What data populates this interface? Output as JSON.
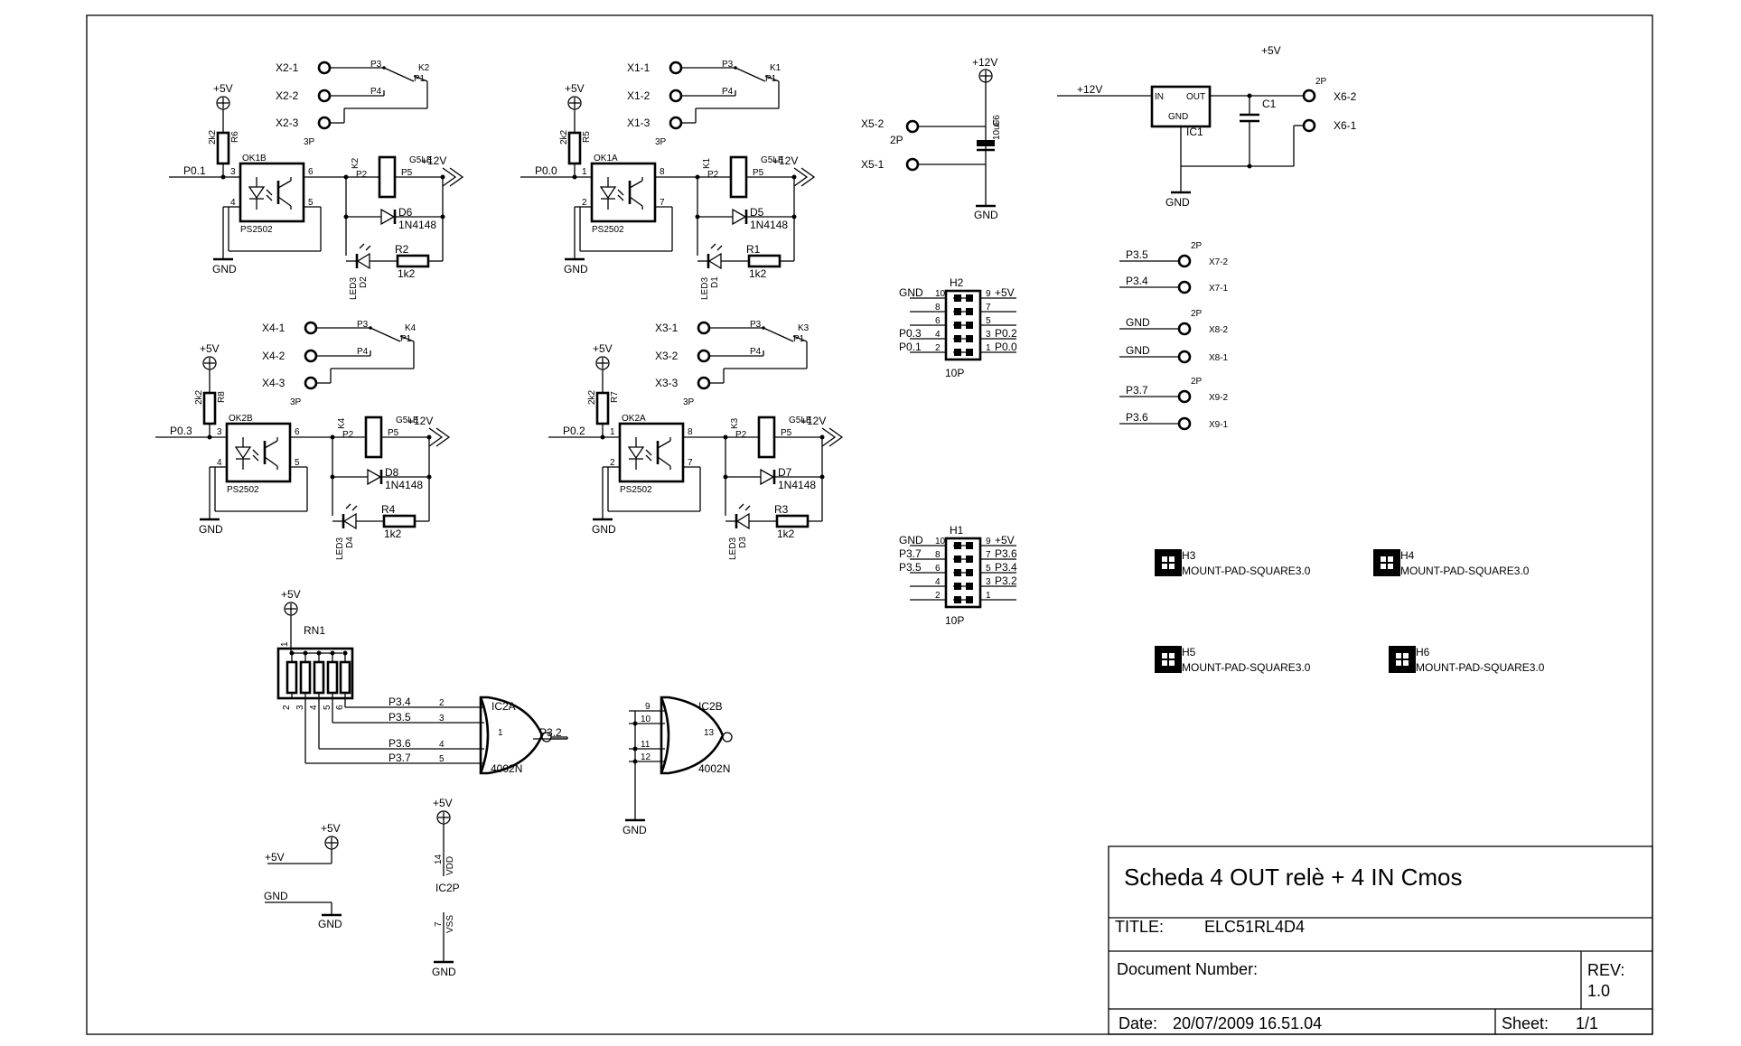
{
  "title_block": {
    "title": "Scheda 4 OUT relè + 4 IN Cmos",
    "title_label": "TITLE:",
    "title_value": "ELC51RL4D4",
    "document_number_label": "Document Number:",
    "rev_label": "REV:",
    "rev_value": "1.0",
    "date_label": "Date:",
    "date_value": "20/07/2009 16.51.04",
    "sheet_label": "Sheet:",
    "sheet_value": "1/1"
  },
  "relay_channels": [
    {
      "id": "k2",
      "optocoupler": "OK1B",
      "opto_part": "PS2502",
      "pullup": "R6",
      "pullup_value": "2k2",
      "input_net": "P0.1",
      "relay": "K2",
      "relay_part": "G5LE",
      "diode": "D6",
      "diode_part": "1N4148",
      "led": "D2",
      "led_part": "LED3",
      "led_resistor": "R2",
      "led_resistor_value": "1k2",
      "terminals": [
        "X2-1",
        "X2-2",
        "X2-3"
      ],
      "terminal_type": "3P",
      "pin_in": "3",
      "pin_k": "4",
      "pin_c": "6",
      "pin_e": "5"
    },
    {
      "id": "k1",
      "optocoupler": "OK1A",
      "opto_part": "PS2502",
      "pullup": "R5",
      "pullup_value": "2k2",
      "input_net": "P0.0",
      "relay": "K1",
      "relay_part": "G5LE",
      "diode": "D5",
      "diode_part": "1N4148",
      "led": "D1",
      "led_part": "LED3",
      "led_resistor": "R1",
      "led_resistor_value": "1k2",
      "terminals": [
        "X1-1",
        "X1-2",
        "X1-3"
      ],
      "terminal_type": "3P",
      "pin_in": "1",
      "pin_k": "2",
      "pin_c": "8",
      "pin_e": "7"
    },
    {
      "id": "k4",
      "optocoupler": "OK2B",
      "opto_part": "PS2502",
      "pullup": "R8",
      "pullup_value": "2k2",
      "input_net": "P0.3",
      "relay": "K4",
      "relay_part": "G5LE",
      "diode": "D8",
      "diode_part": "1N4148",
      "led": "D4",
      "led_part": "LED3",
      "led_resistor": "R4",
      "led_resistor_value": "1k2",
      "terminals": [
        "X4-1",
        "X4-2",
        "X4-3"
      ],
      "terminal_type": "3P",
      "pin_in": "3",
      "pin_k": "4",
      "pin_c": "6",
      "pin_e": "5"
    },
    {
      "id": "k3",
      "optocoupler": "OK2A",
      "opto_part": "PS2502",
      "pullup": "R7",
      "pullup_value": "2k2",
      "input_net": "P0.2",
      "relay": "K3",
      "relay_part": "G5LE",
      "diode": "D7",
      "diode_part": "1N4148",
      "led": "D3",
      "led_part": "LED3",
      "led_resistor": "R3",
      "led_resistor_value": "1k2",
      "terminals": [
        "X3-1",
        "X3-2",
        "X3-3"
      ],
      "terminal_type": "3P",
      "pin_in": "1",
      "pin_k": "2",
      "pin_c": "8",
      "pin_e": "7"
    }
  ],
  "nets": {
    "v5": "+5V",
    "v12": "+12V",
    "gnd": "GND"
  },
  "relay_pins": {
    "p1": "P1",
    "p2": "P2",
    "p3": "P3",
    "p4": "P4",
    "p5": "P5"
  },
  "supply_input": {
    "cap": "C6",
    "cap_value": "10uF",
    "terminals": [
      "X5-2",
      "X5-1"
    ],
    "terminal_type": "2P"
  },
  "regulator": {
    "ic": "IC1",
    "in": "IN",
    "out": "OUT",
    "gnd": "GND",
    "cap": "C1",
    "terminals": [
      "X6-2",
      "X6-1"
    ],
    "terminal_type": "2P"
  },
  "right_terminals": [
    {
      "top_net": "P3.5",
      "bottom_net": "P3.4",
      "top": "X7-2",
      "bottom": "X7-1",
      "type": "2P"
    },
    {
      "top_net": "GND",
      "bottom_net": "GND",
      "top": "X8-2",
      "bottom": "X8-1",
      "type": "2P"
    },
    {
      "top_net": "P3.7",
      "bottom_net": "P3.6",
      "top": "X9-2",
      "bottom": "X9-1",
      "type": "2P"
    }
  ],
  "header_h2": {
    "name": "H2",
    "type": "10P",
    "rows": [
      {
        "lp": "10",
        "rp": "9",
        "ln": "GND",
        "rn": "+5V"
      },
      {
        "lp": "8",
        "rp": "7",
        "ln": "",
        "rn": ""
      },
      {
        "lp": "6",
        "rp": "5",
        "ln": "",
        "rn": ""
      },
      {
        "lp": "4",
        "rp": "3",
        "ln": "P0.3",
        "rn": "P0.2"
      },
      {
        "lp": "2",
        "rp": "1",
        "ln": "P0.1",
        "rn": "P0.0"
      }
    ]
  },
  "header_h1": {
    "name": "H1",
    "type": "10P",
    "rows": [
      {
        "lp": "10",
        "rp": "9",
        "ln": "GND",
        "rn": "+5V"
      },
      {
        "lp": "8",
        "rp": "7",
        "ln": "P3.7",
        "rn": "P3.6"
      },
      {
        "lp": "6",
        "rp": "5",
        "ln": "P3.5",
        "rn": "P3.4"
      },
      {
        "lp": "4",
        "rp": "3",
        "ln": "",
        "rn": "P3.2"
      },
      {
        "lp": "2",
        "rp": "1",
        "ln": "",
        "rn": ""
      }
    ]
  },
  "mount_pads": [
    {
      "name": "H3",
      "part": "MOUNT-PAD-SQUARE3.0"
    },
    {
      "name": "H4",
      "part": "MOUNT-PAD-SQUARE3.0"
    },
    {
      "name": "H5",
      "part": "MOUNT-PAD-SQUARE3.0"
    },
    {
      "name": "H6",
      "part": "MOUNT-PAD-SQUARE3.0"
    }
  ],
  "resistor_network": {
    "name": "RN1",
    "pin1": "1",
    "pins": [
      "2",
      "3",
      "4",
      "5",
      "6"
    ]
  },
  "gate_a": {
    "name": "IC2A",
    "part": "4002N",
    "inputs": [
      {
        "pin": "2",
        "net": "P3.4"
      },
      {
        "pin": "3",
        "net": "P3.5"
      },
      {
        "pin": "4",
        "net": "P3.6"
      },
      {
        "pin": "5",
        "net": "P3.7"
      }
    ],
    "out_pin": "1",
    "out_net": "P3.2"
  },
  "gate_b": {
    "name": "IC2B",
    "part": "4002N",
    "inputs": [
      "9",
      "10",
      "11",
      "12"
    ],
    "out_pin": "13"
  },
  "power_ic": {
    "name": "IC2P",
    "vdd": "VDD",
    "vss": "VSS",
    "vdd_pin": "14",
    "vss_pin": "7"
  },
  "misc": {
    "v5": "+5V",
    "gnd": "GND"
  }
}
